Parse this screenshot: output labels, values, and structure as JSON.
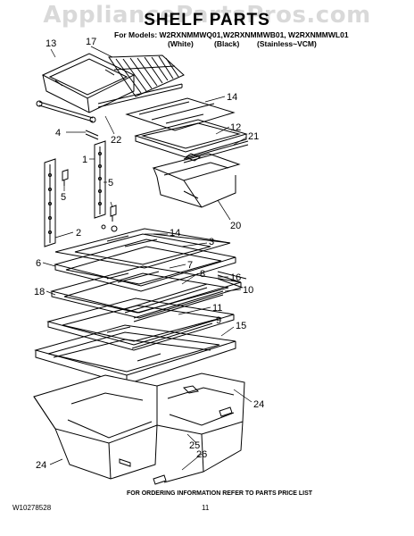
{
  "header": {
    "watermark": "AppliancePartsPros.com",
    "title": "SHELF PARTS",
    "models_line": "For Models: W2RXNMMWQ01,W2RXNMMWB01, W2RXNMMWL01",
    "variants": [
      "(White)",
      "(Black)",
      "(Stainless~VCM)"
    ]
  },
  "callouts": [
    "13",
    "17",
    "14",
    "4",
    "22",
    "12",
    "21",
    "1",
    "5",
    "5",
    "20",
    "2",
    "14",
    "3",
    "6",
    "7",
    "8",
    "16",
    "18",
    "10",
    "11",
    "9",
    "15",
    "24",
    "25",
    "26",
    "24"
  ],
  "footer": {
    "note": "FOR ORDERING INFORMATION REFER TO PARTS PRICE LIST",
    "doc_number": "W10278528",
    "page": "11"
  }
}
